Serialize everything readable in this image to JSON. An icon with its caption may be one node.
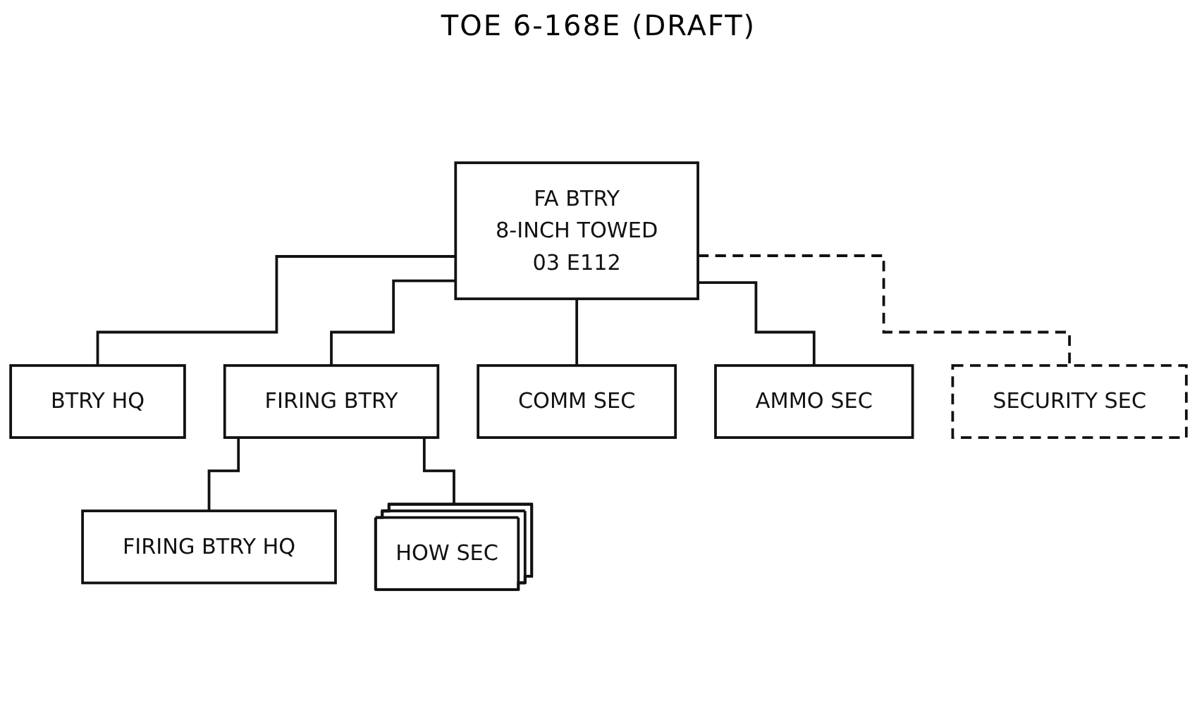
{
  "diagram": {
    "title": "TOE 6-168E (DRAFT)",
    "nodes": [
      {
        "text": [
          "FA BTRY",
          "8-INCH TOWED",
          "03 E112"
        ]
      },
      {
        "text": [
          "BTRY HQ"
        ]
      },
      {
        "text": [
          "FIRING BTRY"
        ]
      },
      {
        "text": [
          "COMM SEC"
        ]
      },
      {
        "text": [
          "AMMO SEC"
        ]
      },
      {
        "text": [
          "FIRING BTRY HQ"
        ]
      },
      {
        "text": [
          "HOW SEC"
        ]
      },
      {
        "text": [
          "SECURITY SEC"
        ]
      }
    ],
    "edges": [
      {
        "from": 0,
        "to": 1,
        "arrow": "none"
      },
      {
        "from": 0,
        "to": 2,
        "arrow": "none"
      },
      {
        "from": 0,
        "to": 3,
        "arrow": "none"
      },
      {
        "from": 0,
        "to": 7,
        "arrow": "none",
        "style": "dashed"
      },
      {
        "from": 0,
        "to": 4,
        "arrow": "none"
      },
      {
        "from": 2,
        "to": 5,
        "arrow": "none"
      },
      {
        "from": 2,
        "to": 6,
        "arrow": "none"
      }
    ]
  }
}
